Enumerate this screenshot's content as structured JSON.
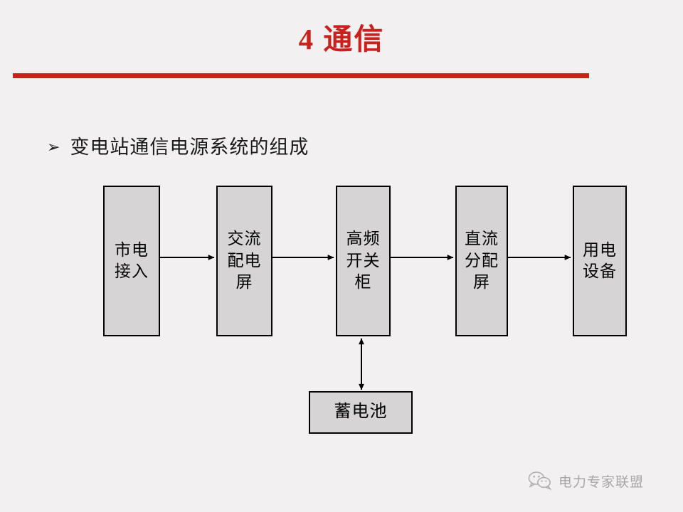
{
  "slide": {
    "title": "4 通信",
    "title_color": "#c9211e",
    "rule_color": "#cc2118",
    "background_color": "#f2f0f0"
  },
  "heading": {
    "bullet_glyph": "➢",
    "text": "变电站通信电源系统的组成"
  },
  "diagram": {
    "type": "flowchart",
    "node_fill": "#d6d4d4",
    "node_border": "#000000",
    "nodes": [
      {
        "id": "mains-input",
        "label": "市电\n接入"
      },
      {
        "id": "ac-distribution",
        "label": "交流\n配电\n屏"
      },
      {
        "id": "hf-switch-cabinet",
        "label": "高频\n开关\n柜"
      },
      {
        "id": "dc-distribution",
        "label": "直流\n分配\n屏"
      },
      {
        "id": "load-equipment",
        "label": "用电\n设备"
      },
      {
        "id": "battery",
        "label": "蓄电池"
      }
    ],
    "edges": [
      {
        "from": "mains-input",
        "to": "ac-distribution",
        "style": "single-arrow",
        "direction": "right"
      },
      {
        "from": "ac-distribution",
        "to": "hf-switch-cabinet",
        "style": "single-arrow",
        "direction": "right"
      },
      {
        "from": "hf-switch-cabinet",
        "to": "dc-distribution",
        "style": "single-arrow",
        "direction": "right"
      },
      {
        "from": "dc-distribution",
        "to": "load-equipment",
        "style": "single-arrow",
        "direction": "right"
      },
      {
        "from": "battery",
        "to": "hf-switch-cabinet",
        "style": "double-arrow",
        "direction": "vertical"
      }
    ]
  },
  "watermark": {
    "icon": "wechat-icon",
    "text": "电力专家联盟"
  }
}
